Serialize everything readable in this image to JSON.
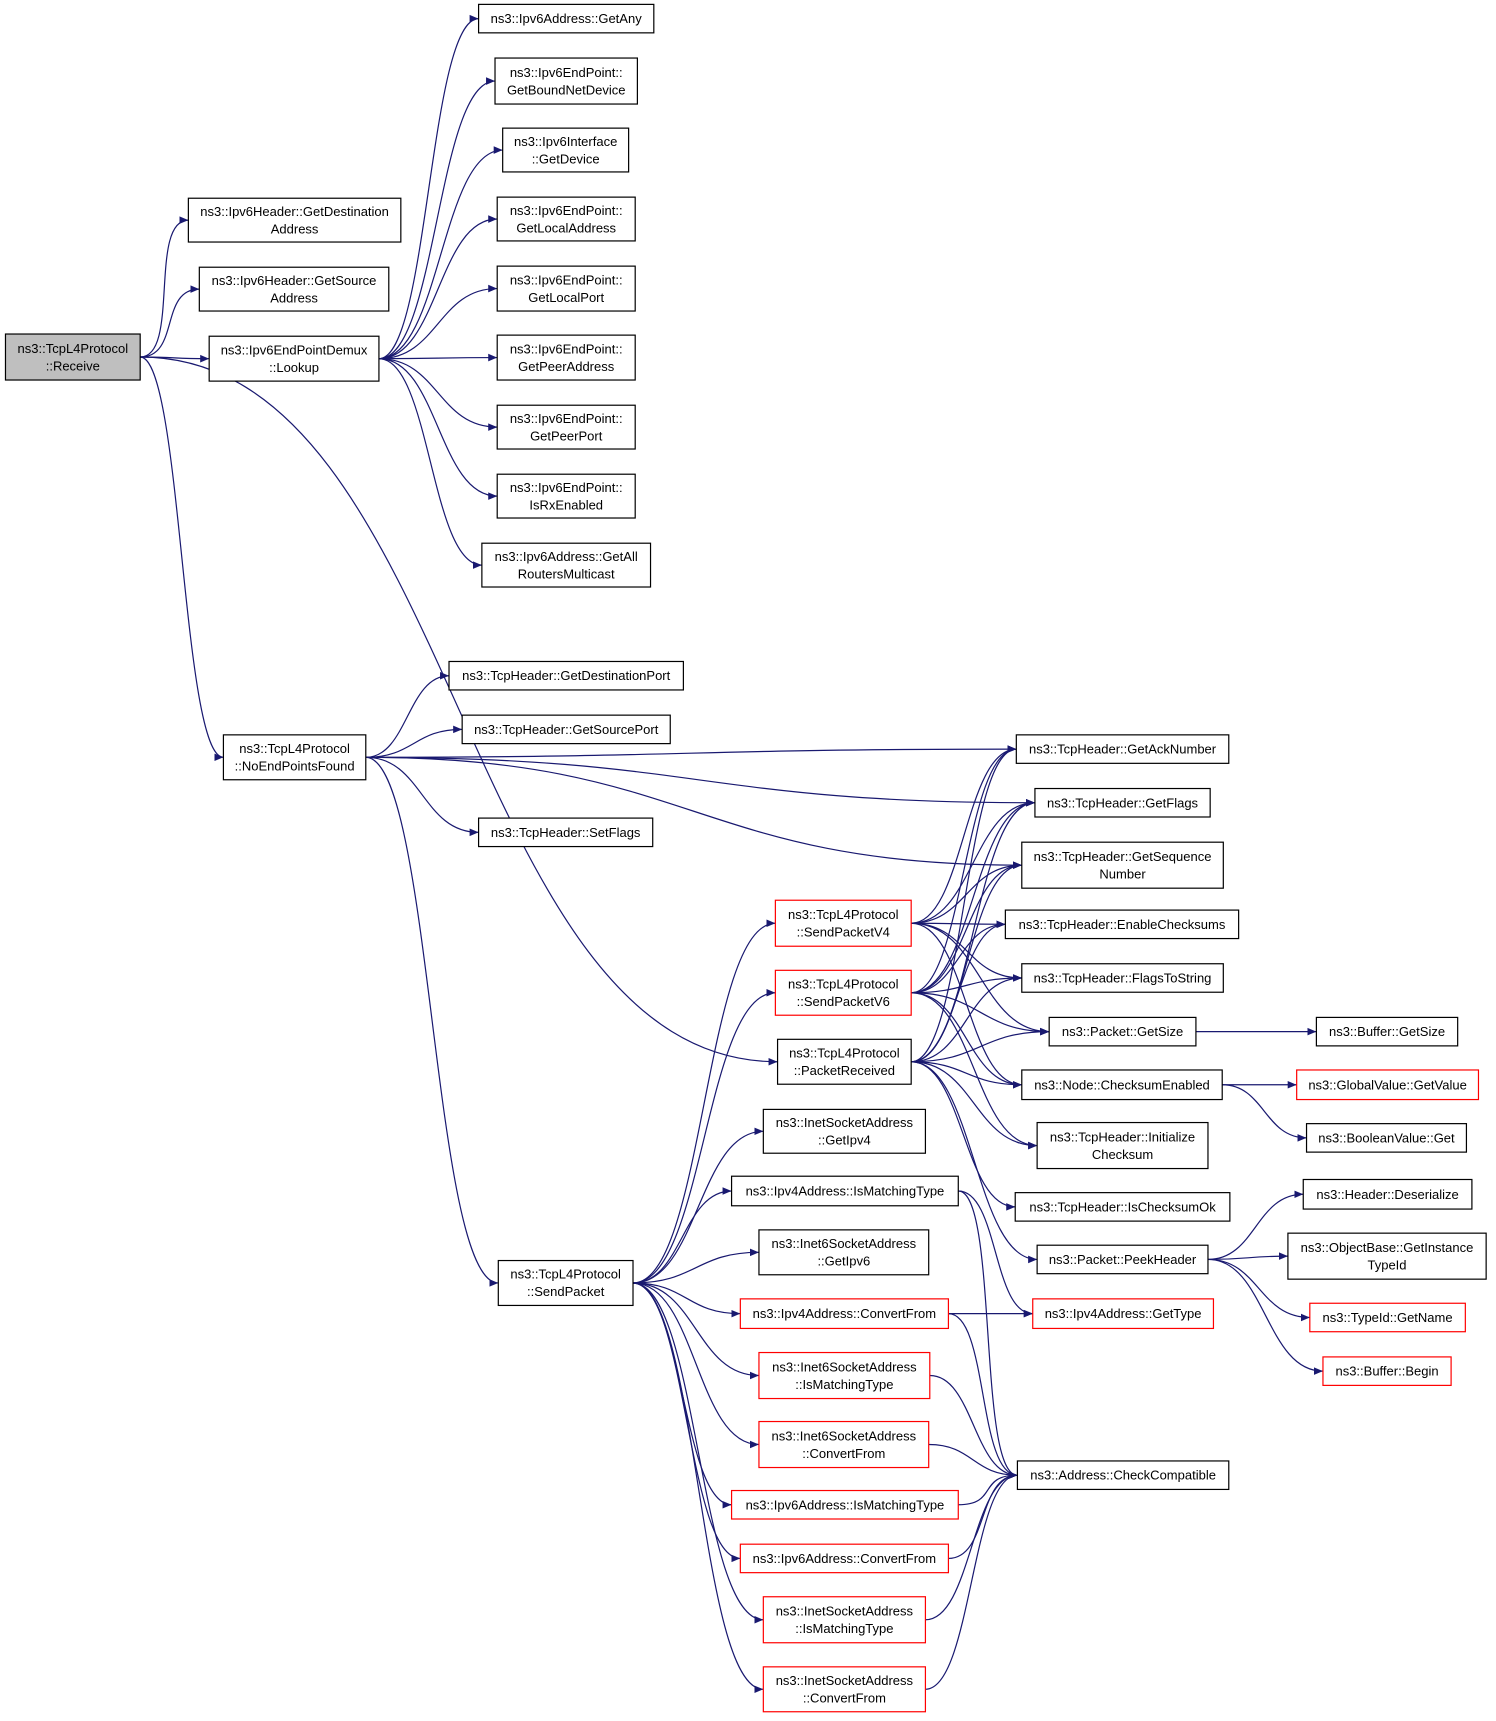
{
  "diagram": {
    "type": "call-graph",
    "edge_color": "#191970",
    "node_border_color": "#000000",
    "truncated_node_border_color": "#ff0000",
    "root_fill_color": "#bfbfbf",
    "nodes": [
      {
        "id": "receive",
        "lines": [
          "ns3::TcpL4Protocol",
          "::Receive"
        ],
        "root": true
      },
      {
        "id": "getdestaddr",
        "lines": [
          "ns3::Ipv6Header::GetDestination",
          "Address"
        ]
      },
      {
        "id": "getsrcaddr",
        "lines": [
          "ns3::Ipv6Header::GetSource",
          "Address"
        ]
      },
      {
        "id": "lookup",
        "lines": [
          "ns3::Ipv6EndPointDemux",
          "::Lookup"
        ]
      },
      {
        "id": "getany",
        "lines": [
          "ns3::Ipv6Address::GetAny"
        ]
      },
      {
        "id": "getboundnetdevice",
        "lines": [
          "ns3::Ipv6EndPoint::",
          "GetBoundNetDevice"
        ]
      },
      {
        "id": "getdevice",
        "lines": [
          "ns3::Ipv6Interface",
          "::GetDevice"
        ]
      },
      {
        "id": "getlocaladdress",
        "lines": [
          "ns3::Ipv6EndPoint::",
          "GetLocalAddress"
        ]
      },
      {
        "id": "getlocalport",
        "lines": [
          "ns3::Ipv6EndPoint::",
          "GetLocalPort"
        ]
      },
      {
        "id": "getpeeraddress",
        "lines": [
          "ns3::Ipv6EndPoint::",
          "GetPeerAddress"
        ]
      },
      {
        "id": "getpeerport",
        "lines": [
          "ns3::Ipv6EndPoint::",
          "GetPeerPort"
        ]
      },
      {
        "id": "isrxenabled",
        "lines": [
          "ns3::Ipv6EndPoint::",
          "IsRxEnabled"
        ]
      },
      {
        "id": "getallrouters",
        "lines": [
          "ns3::Ipv6Address::GetAll",
          "RoutersMulticast"
        ]
      },
      {
        "id": "noendpoints",
        "lines": [
          "ns3::TcpL4Protocol",
          "::NoEndPointsFound"
        ]
      },
      {
        "id": "getdestport",
        "lines": [
          "ns3::TcpHeader::GetDestinationPort"
        ]
      },
      {
        "id": "getsrcport",
        "lines": [
          "ns3::TcpHeader::GetSourcePort"
        ]
      },
      {
        "id": "setflags",
        "lines": [
          "ns3::TcpHeader::SetFlags"
        ]
      },
      {
        "id": "getacknumber",
        "lines": [
          "ns3::TcpHeader::GetAckNumber"
        ]
      },
      {
        "id": "getflags",
        "lines": [
          "ns3::TcpHeader::GetFlags"
        ]
      },
      {
        "id": "getseqnumber",
        "lines": [
          "ns3::TcpHeader::GetSequence",
          "Number"
        ]
      },
      {
        "id": "enablechecksums",
        "lines": [
          "ns3::TcpHeader::EnableChecksums"
        ]
      },
      {
        "id": "flagstostring",
        "lines": [
          "ns3::TcpHeader::FlagsToString"
        ]
      },
      {
        "id": "packetgetsize",
        "lines": [
          "ns3::Packet::GetSize"
        ]
      },
      {
        "id": "checksumenabled",
        "lines": [
          "ns3::Node::ChecksumEnabled"
        ]
      },
      {
        "id": "initchecksum",
        "lines": [
          "ns3::TcpHeader::Initialize",
          "Checksum"
        ]
      },
      {
        "id": "ischecksumok",
        "lines": [
          "ns3::TcpHeader::IsChecksumOk"
        ]
      },
      {
        "id": "peekheader",
        "lines": [
          "ns3::Packet::PeekHeader"
        ]
      },
      {
        "id": "buffergetsize",
        "lines": [
          "ns3::Buffer::GetSize"
        ]
      },
      {
        "id": "globalvalueget",
        "lines": [
          "ns3::GlobalValue::GetValue"
        ],
        "truncated": true
      },
      {
        "id": "booleanvalueget",
        "lines": [
          "ns3::BooleanValue::Get"
        ]
      },
      {
        "id": "deserialize",
        "lines": [
          "ns3::Header::Deserialize"
        ]
      },
      {
        "id": "getinstancetypeid",
        "lines": [
          "ns3::ObjectBase::GetInstance",
          "TypeId"
        ]
      },
      {
        "id": "typeidgetname",
        "lines": [
          "ns3::TypeId::GetName"
        ],
        "truncated": true
      },
      {
        "id": "bufferbegin",
        "lines": [
          "ns3::Buffer::Begin"
        ],
        "truncated": true
      },
      {
        "id": "sendpacketv4",
        "lines": [
          "ns3::TcpL4Protocol",
          "::SendPacketV4"
        ],
        "truncated": true
      },
      {
        "id": "sendpacketv6",
        "lines": [
          "ns3::TcpL4Protocol",
          "::SendPacketV6"
        ],
        "truncated": true
      },
      {
        "id": "packetreceived",
        "lines": [
          "ns3::TcpL4Protocol",
          "::PacketReceived"
        ]
      },
      {
        "id": "getipv4",
        "lines": [
          "ns3::InetSocketAddress",
          "::GetIpv4"
        ]
      },
      {
        "id": "ipv4ismatching",
        "lines": [
          "ns3::Ipv4Address::IsMatchingType"
        ]
      },
      {
        "id": "getipv6",
        "lines": [
          "ns3::Inet6SocketAddress",
          "::GetIpv6"
        ]
      },
      {
        "id": "sendpacket",
        "lines": [
          "ns3::TcpL4Protocol",
          "::SendPacket"
        ]
      },
      {
        "id": "ipv4convertfrom",
        "lines": [
          "ns3::Ipv4Address::ConvertFrom"
        ],
        "truncated": true
      },
      {
        "id": "ipv4gettype",
        "lines": [
          "ns3::Ipv4Address::GetType"
        ],
        "truncated": true
      },
      {
        "id": "inet6ismatching",
        "lines": [
          "ns3::Inet6SocketAddress",
          "::IsMatchingType"
        ],
        "truncated": true
      },
      {
        "id": "inet6convertfrom",
        "lines": [
          "ns3::Inet6SocketAddress",
          "::ConvertFrom"
        ],
        "truncated": true
      },
      {
        "id": "checkcompatible",
        "lines": [
          "ns3::Address::CheckCompatible"
        ]
      },
      {
        "id": "ipv6ismatching",
        "lines": [
          "ns3::Ipv6Address::IsMatchingType"
        ],
        "truncated": true
      },
      {
        "id": "ipv6convertfrom",
        "lines": [
          "ns3::Ipv6Address::ConvertFrom"
        ],
        "truncated": true
      },
      {
        "id": "inetismatching",
        "lines": [
          "ns3::InetSocketAddress",
          "::IsMatchingType"
        ],
        "truncated": true
      },
      {
        "id": "inetconvertfrom",
        "lines": [
          "ns3::InetSocketAddress",
          "::ConvertFrom"
        ],
        "truncated": true
      }
    ],
    "edges": [
      [
        "receive",
        "getdestaddr"
      ],
      [
        "receive",
        "getsrcaddr"
      ],
      [
        "receive",
        "lookup"
      ],
      [
        "receive",
        "noendpoints"
      ],
      [
        "receive",
        "packetreceived"
      ],
      [
        "lookup",
        "getany"
      ],
      [
        "lookup",
        "getboundnetdevice"
      ],
      [
        "lookup",
        "getdevice"
      ],
      [
        "lookup",
        "getlocaladdress"
      ],
      [
        "lookup",
        "getlocalport"
      ],
      [
        "lookup",
        "getpeeraddress"
      ],
      [
        "lookup",
        "getpeerport"
      ],
      [
        "lookup",
        "isrxenabled"
      ],
      [
        "lookup",
        "getallrouters"
      ],
      [
        "noendpoints",
        "getacknumber"
      ],
      [
        "noendpoints",
        "getdestport"
      ],
      [
        "noendpoints",
        "getsrcport"
      ],
      [
        "noendpoints",
        "getflags"
      ],
      [
        "noendpoints",
        "setflags"
      ],
      [
        "noendpoints",
        "getseqnumber"
      ],
      [
        "noendpoints",
        "sendpacket"
      ],
      [
        "sendpacket",
        "sendpacketv4"
      ],
      [
        "sendpacket",
        "sendpacketv6"
      ],
      [
        "sendpacket",
        "getipv4"
      ],
      [
        "sendpacket",
        "ipv4ismatching"
      ],
      [
        "sendpacket",
        "getipv6"
      ],
      [
        "sendpacket",
        "ipv4convertfrom"
      ],
      [
        "sendpacket",
        "inet6ismatching"
      ],
      [
        "sendpacket",
        "inet6convertfrom"
      ],
      [
        "sendpacket",
        "ipv6ismatching"
      ],
      [
        "sendpacket",
        "ipv6convertfrom"
      ],
      [
        "sendpacket",
        "inetismatching"
      ],
      [
        "sendpacket",
        "inetconvertfrom"
      ],
      [
        "sendpacketv4",
        "getacknumber"
      ],
      [
        "sendpacketv4",
        "getflags"
      ],
      [
        "sendpacketv4",
        "getseqnumber"
      ],
      [
        "sendpacketv4",
        "enablechecksums"
      ],
      [
        "sendpacketv4",
        "flagstostring"
      ],
      [
        "sendpacketv4",
        "packetgetsize"
      ],
      [
        "sendpacketv4",
        "checksumenabled"
      ],
      [
        "sendpacketv6",
        "getacknumber"
      ],
      [
        "sendpacketv6",
        "getflags"
      ],
      [
        "sendpacketv6",
        "getseqnumber"
      ],
      [
        "sendpacketv6",
        "enablechecksums"
      ],
      [
        "sendpacketv6",
        "flagstostring"
      ],
      [
        "sendpacketv6",
        "packetgetsize"
      ],
      [
        "sendpacketv6",
        "checksumenabled"
      ],
      [
        "sendpacketv6",
        "initchecksum"
      ],
      [
        "packetreceived",
        "getacknumber"
      ],
      [
        "packetreceived",
        "getflags"
      ],
      [
        "packetreceived",
        "getseqnumber"
      ],
      [
        "packetreceived",
        "enablechecksums"
      ],
      [
        "packetreceived",
        "flagstostring"
      ],
      [
        "packetreceived",
        "packetgetsize"
      ],
      [
        "packetreceived",
        "checksumenabled"
      ],
      [
        "packetreceived",
        "initchecksum"
      ],
      [
        "packetreceived",
        "ischecksumok"
      ],
      [
        "packetreceived",
        "peekheader"
      ],
      [
        "packetgetsize",
        "buffergetsize"
      ],
      [
        "checksumenabled",
        "globalvalueget"
      ],
      [
        "checksumenabled",
        "booleanvalueget"
      ],
      [
        "peekheader",
        "deserialize"
      ],
      [
        "peekheader",
        "getinstancetypeid"
      ],
      [
        "peekheader",
        "typeidgetname"
      ],
      [
        "peekheader",
        "bufferbegin"
      ],
      [
        "ipv4ismatching",
        "ipv4gettype"
      ],
      [
        "ipv4ismatching",
        "checkcompatible"
      ],
      [
        "ipv4convertfrom",
        "ipv4gettype"
      ],
      [
        "ipv4convertfrom",
        "checkcompatible"
      ],
      [
        "inet6ismatching",
        "checkcompatible"
      ],
      [
        "inet6convertfrom",
        "checkcompatible"
      ],
      [
        "ipv6ismatching",
        "checkcompatible"
      ],
      [
        "ipv6convertfrom",
        "checkcompatible"
      ],
      [
        "inetismatching",
        "checkcompatible"
      ],
      [
        "inetconvertfrom",
        "checkcompatible"
      ]
    ]
  }
}
